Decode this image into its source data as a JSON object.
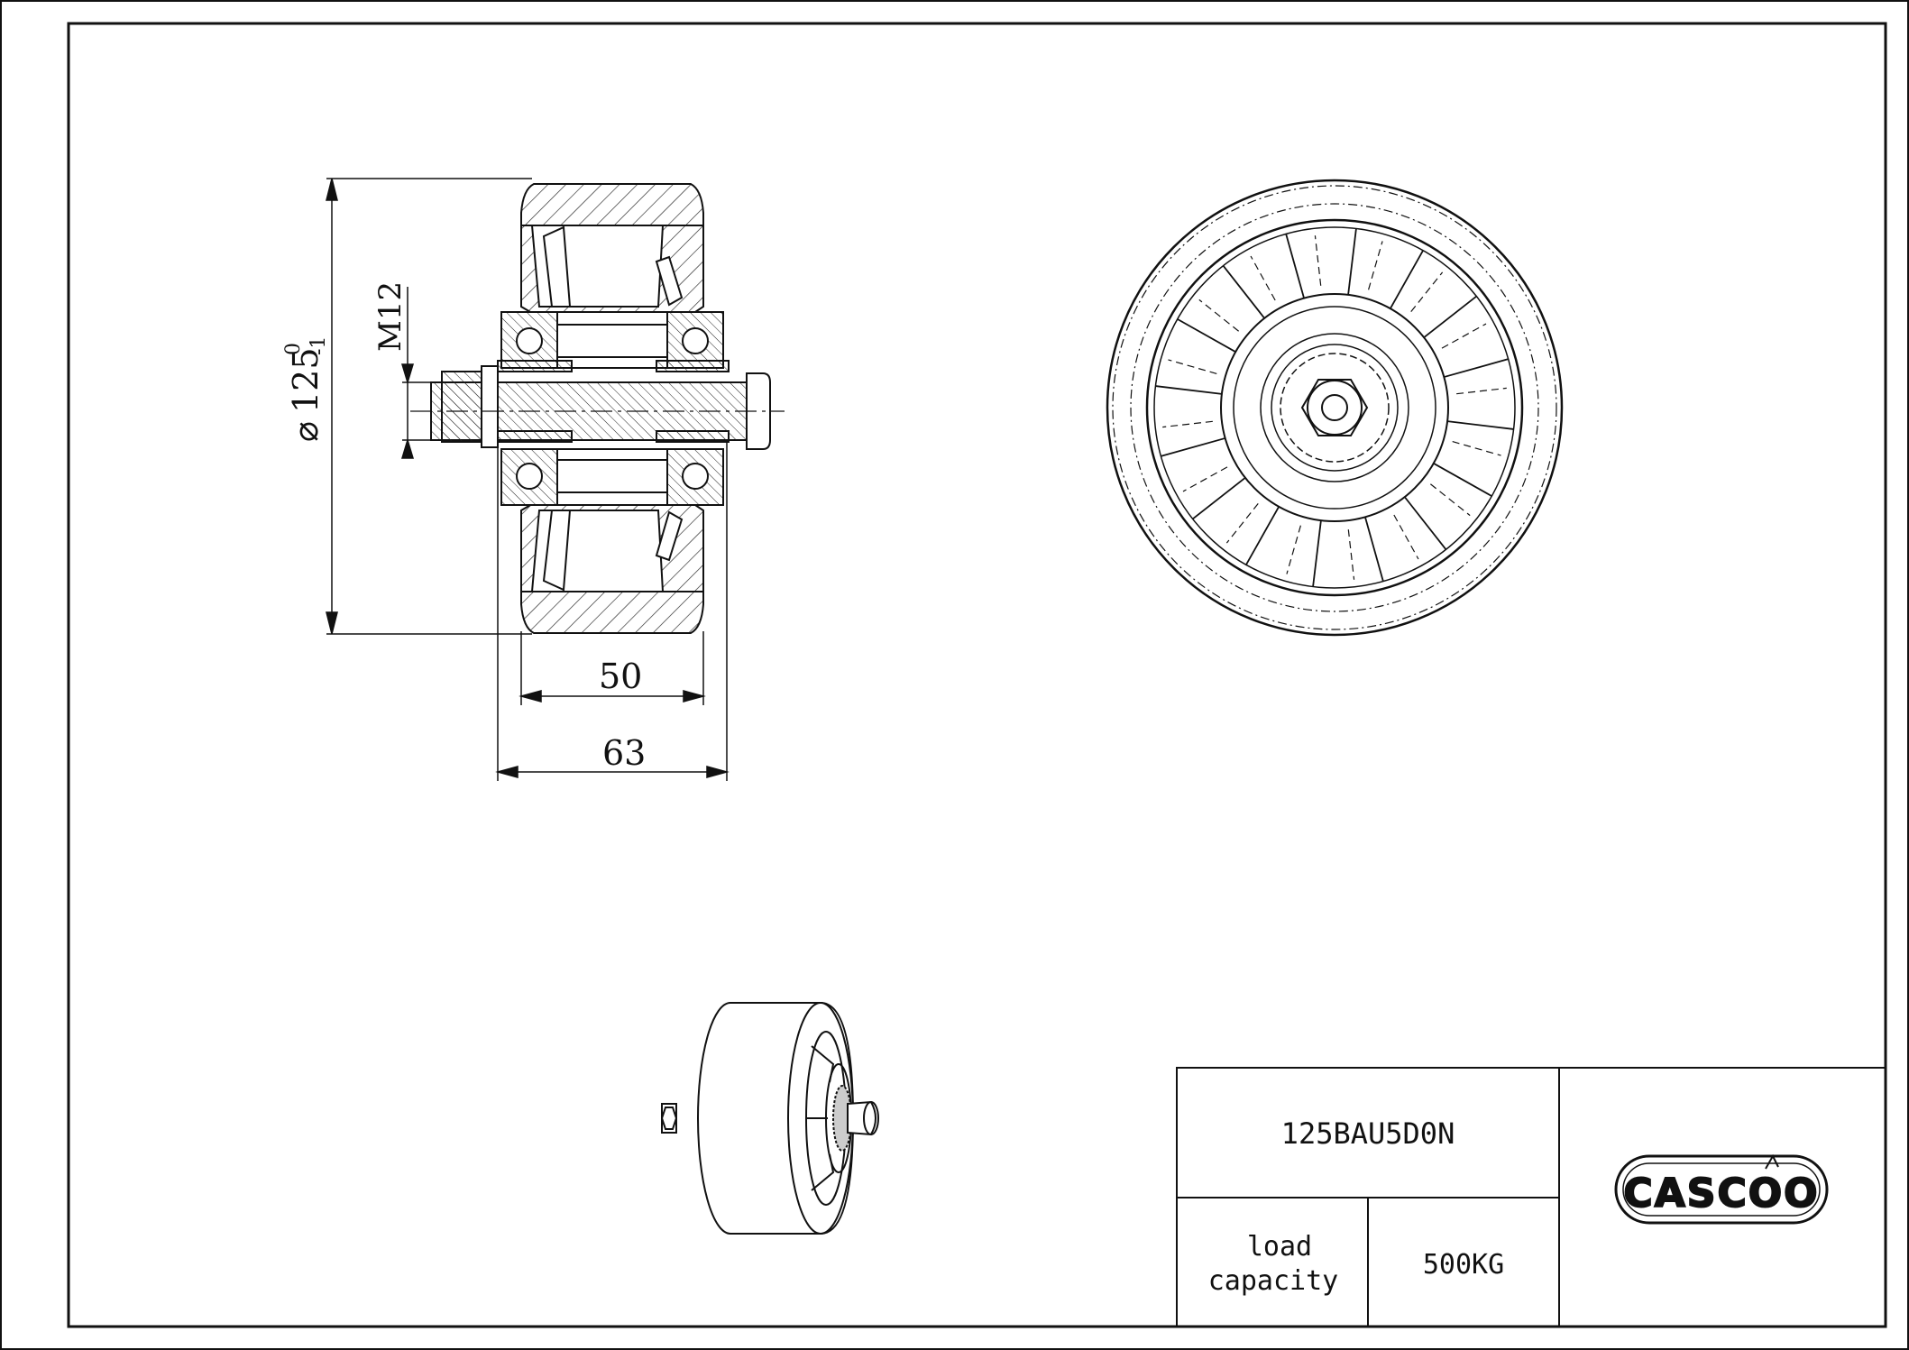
{
  "dimensions": {
    "diameter_symbol": "⌀",
    "diameter_value": "125",
    "tol_upper": "0",
    "tol_lower": "-1",
    "thread": "M12",
    "width_inner": "50",
    "width_outer": "63"
  },
  "title_block": {
    "part_number": "125BAU5D0N",
    "load_label_line1": "load",
    "load_label_line2": "capacity",
    "load_value": "500KG",
    "logo_text": "CASCOO"
  },
  "colors": {
    "line": "#111111",
    "background": "#ffffff"
  }
}
